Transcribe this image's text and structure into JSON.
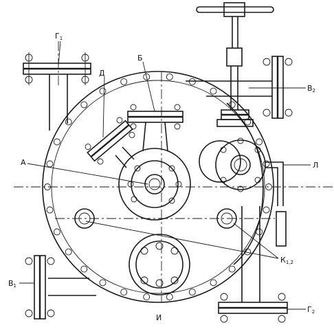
{
  "labels": {
    "g1_main": "Г",
    "g1_sub": "1",
    "d": "Д",
    "b": "Б",
    "v2_main": "В",
    "v2_sub": "2",
    "a": "А",
    "l": "Л",
    "k_main": "К",
    "k_sub": "1,2",
    "v1_main": "В",
    "v1_sub": "1",
    "i": "И",
    "g2_main": "Г",
    "g2_sub": "2"
  },
  "colors": {
    "ink": "#1a1a1a",
    "paper": "#ffffff",
    "hatch": "#555555"
  }
}
